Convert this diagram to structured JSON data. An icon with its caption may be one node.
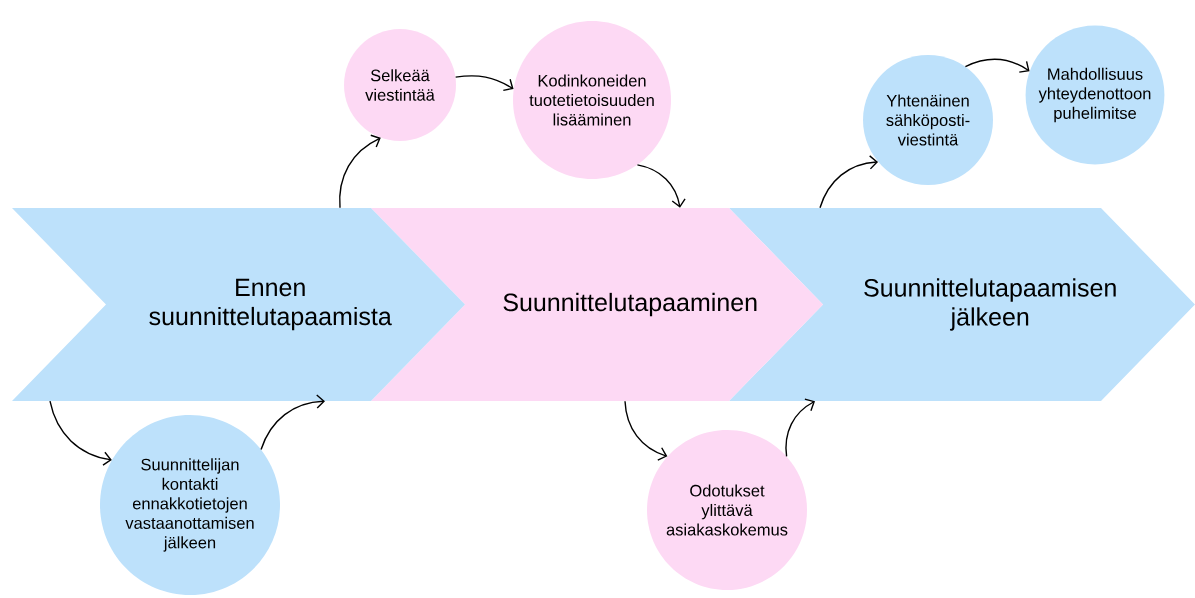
{
  "diagram": {
    "nodes": [
      {
        "text": [
          "Ennen suunnittelutapaamista"
        ]
      },
      {
        "text": [
          "Suunnittelutapaaminen"
        ]
      },
      {
        "text": [
          "Suunnittelutapaamisen jälkeen"
        ]
      },
      {
        "text": [
          "Selkeää viestintää"
        ]
      },
      {
        "text": [
          "Kodinkoneiden tuotetietoisuuden lisääminen"
        ]
      },
      {
        "text": [
          "Yhtenäinen sähköposti-viestintä"
        ]
      },
      {
        "text": [
          "Mahdollisuus yhteydenottoon puhelimitse"
        ]
      },
      {
        "text": [
          "Suunnittelijan kontakti ennakkotietojen vastaanottamisen jälkeen"
        ]
      },
      {
        "text": [
          "Odotukset ylittävä asiakaskokemus"
        ]
      }
    ],
    "edges": [
      {
        "from": 0,
        "to": 3,
        "arrow": "to"
      },
      {
        "from": 3,
        "to": 4,
        "arrow": "to"
      },
      {
        "from": 4,
        "to": 1,
        "arrow": "to"
      },
      {
        "from": 2,
        "to": 5,
        "arrow": "to"
      },
      {
        "from": 5,
        "to": 6,
        "arrow": "to"
      },
      {
        "from": 0,
        "to": 7,
        "arrow": "to"
      },
      {
        "from": 7,
        "to": 0,
        "arrow": "to"
      },
      {
        "from": 1,
        "to": 8,
        "arrow": "to"
      },
      {
        "from": 8,
        "to": 2,
        "arrow": "to"
      }
    ]
  }
}
